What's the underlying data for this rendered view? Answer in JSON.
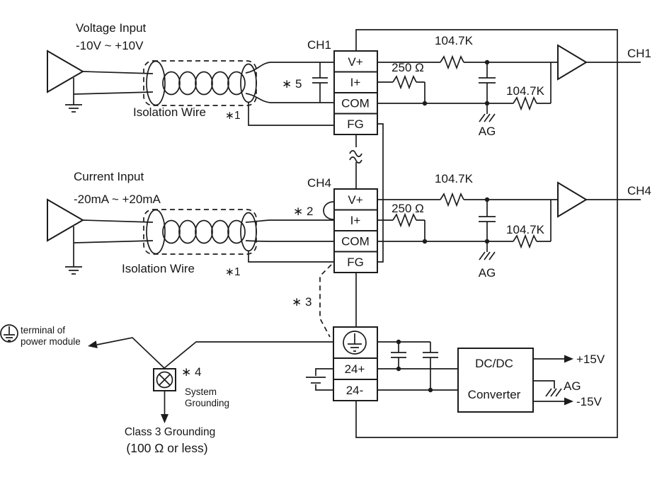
{
  "colors": {
    "line": "#1c1c1c",
    "background": "#ffffff"
  },
  "voltage_channel": {
    "title": "Voltage Input",
    "range": "-10V ~ +10V",
    "isolation_label": "Isolation Wire",
    "isolation_note": "∗1",
    "block_title": "CH1",
    "terminals": [
      "V+",
      "I+",
      "COM",
      "FG"
    ],
    "cap_note": "∗ 5",
    "resistor_top": "104.7K",
    "resistor_shunt": "250 Ω",
    "resistor_bottom": "104.7K",
    "analog_ground": "AG",
    "output_label": "CH1"
  },
  "current_channel": {
    "title": "Current Input",
    "range": "-20mA ~ +20mA",
    "isolation_label": "Isolation Wire",
    "isolation_note": "∗1",
    "block_title": "CH4",
    "jumper_note": "∗ 2",
    "terminals": [
      "V+",
      "I+",
      "COM",
      "FG"
    ],
    "resistor_top": "104.7K",
    "resistor_shunt": "250 Ω",
    "resistor_bottom": "104.7K",
    "analog_ground": "AG",
    "output_label": "CH4"
  },
  "fg_note": "∗ 3",
  "power": {
    "terminals": [
      "24+",
      "24-"
    ],
    "dcdc_line1": "DC/DC",
    "dcdc_line2": "Converter",
    "output_pos": "+15V",
    "output_ag": "AG",
    "output_neg": "-15V"
  },
  "grounding": {
    "terminal_line1": "terminal of",
    "terminal_line2": "power module",
    "note": "∗ 4",
    "system_line1": "System",
    "system_line2": "Grounding",
    "class_line1": "Class 3 Grounding",
    "class_line2": "(100 Ω or less)"
  }
}
